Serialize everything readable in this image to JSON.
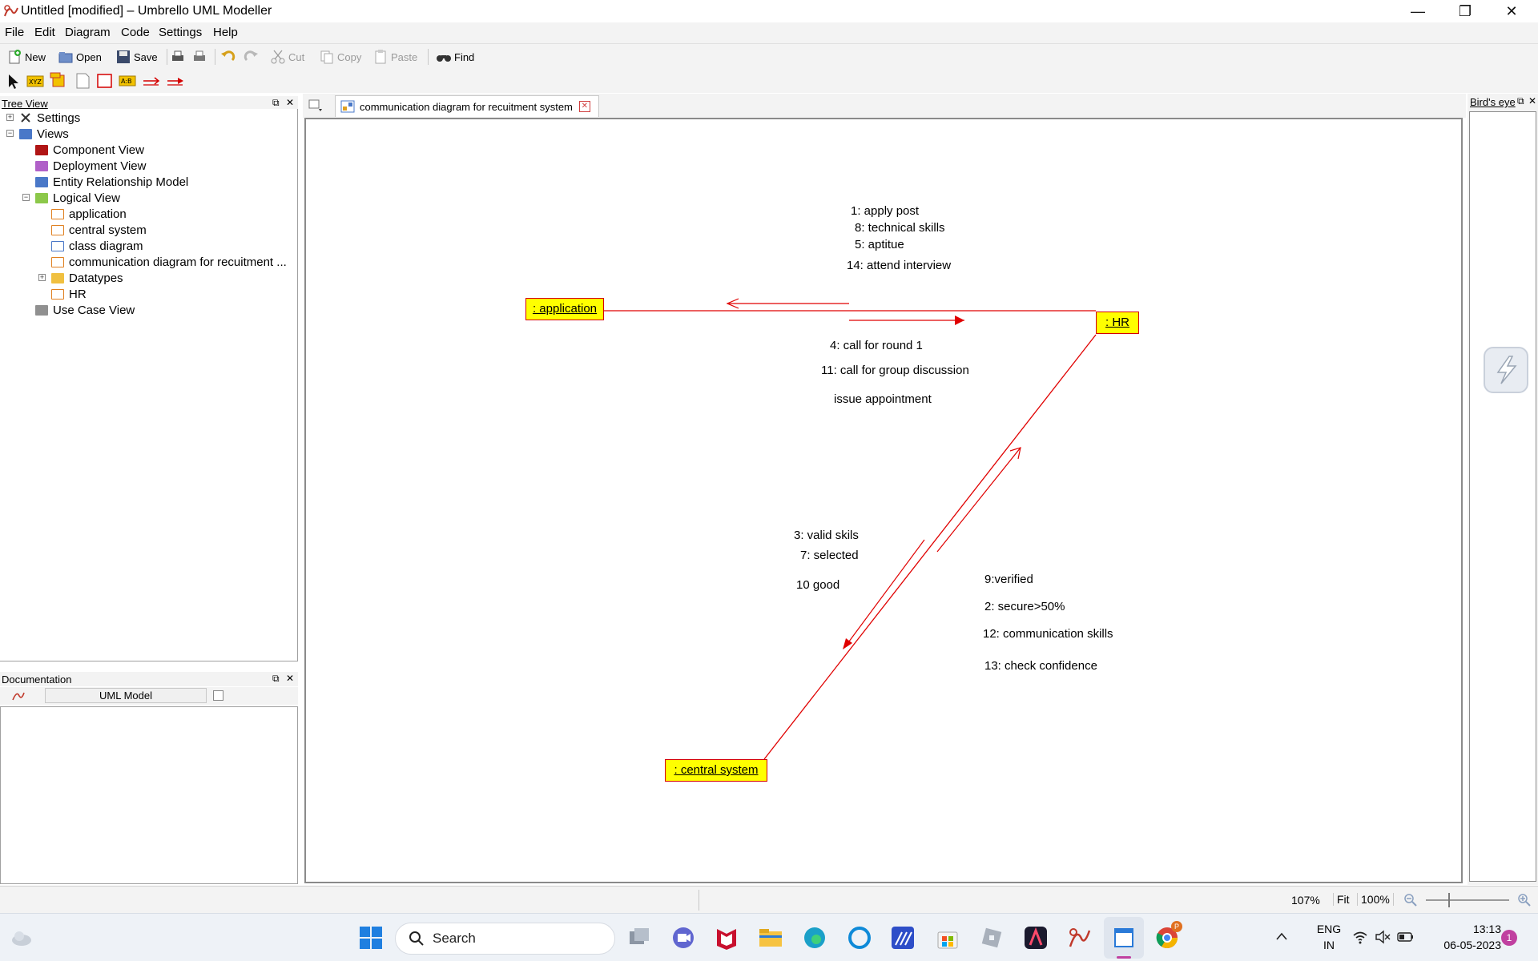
{
  "window": {
    "title": "Untitled [modified] – Umbrello UML Modeller",
    "controls": [
      "—",
      "❐",
      "✕"
    ]
  },
  "menu": [
    "File",
    "Edit",
    "Diagram",
    "Code",
    "Settings",
    "Help"
  ],
  "toolbar": {
    "new": "New",
    "open": "Open",
    "save": "Save",
    "cut": "Cut",
    "copy": "Copy",
    "paste": "Paste",
    "find": "Find"
  },
  "tree": {
    "header": "Tree View",
    "items": [
      {
        "label": "Settings"
      },
      {
        "label": "Views"
      },
      {
        "label": "Component View"
      },
      {
        "label": "Deployment View"
      },
      {
        "label": "Entity Relationship Model"
      },
      {
        "label": "Logical View"
      },
      {
        "label": "application"
      },
      {
        "label": "central system"
      },
      {
        "label": "class diagram"
      },
      {
        "label": "communication diagram for recuitment ..."
      },
      {
        "label": "Datatypes"
      },
      {
        "label": "HR"
      },
      {
        "label": "Use Case View"
      }
    ]
  },
  "documentation": {
    "header": "Documentation",
    "model_button": "UML Model"
  },
  "diagram": {
    "tab_title": "communication diagram for recuitment system",
    "objects": {
      "application": ": application",
      "hr": ": HR",
      "central": ": central system"
    },
    "messages_top": [
      "1: apply post",
      "8: technical skills",
      "5: aptitue",
      "14: attend interview"
    ],
    "messages_bottom": [
      "4: call for round 1",
      "11: call for group discussion",
      "issue appointment"
    ],
    "messages_left": [
      "3: valid skils",
      "7: selected",
      "10 good"
    ],
    "messages_right": [
      "9:verified",
      "2: secure>50%",
      "12: communication skills",
      "13: check confidence"
    ]
  },
  "birds_eye": {
    "header": "Bird's eye"
  },
  "statusbar": {
    "zoom": "107%",
    "fit": "Fit",
    "hundred": "100%"
  },
  "taskbar": {
    "search": "Search",
    "lang_top": "ENG",
    "lang_bottom": "IN",
    "time": "13:13",
    "date": "06-05-2023",
    "notif_count": "1"
  },
  "colors": {
    "accent": "#ffff00",
    "link": "#e00000",
    "window_bg": "#f3f3f3"
  }
}
